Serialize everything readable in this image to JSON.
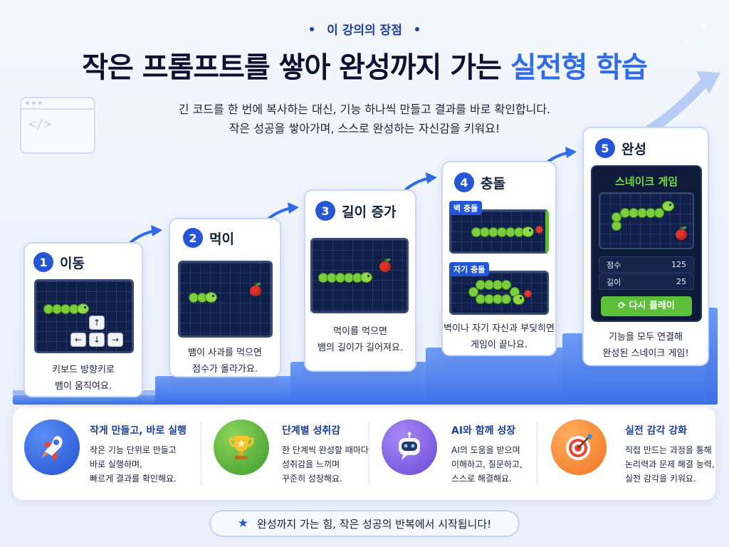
{
  "header": {
    "kicker": "이 강의의 장점",
    "title_main": "작은 프롬프트를 쌓아 완성까지 가는 ",
    "title_accent": "실전형 학습",
    "subtitle_line1": "긴 코드를 한 번에 복사하는 대신, 기능 하나씩 만들고 결과를 바로 확인합니다.",
    "subtitle_line2": "작은 성공을 쌓아가며, 스스로 완성하는 자신감을 키워요!"
  },
  "steps": [
    {
      "num": "1",
      "title": "이동",
      "desc1": "키보드 방향키로",
      "desc2": "뱀이 움직여요.",
      "keys": [
        "↑",
        "←",
        "↓",
        "→"
      ]
    },
    {
      "num": "2",
      "title": "먹이",
      "desc1": "뱀이 사과를 먹으면",
      "desc2": "점수가 올라가요."
    },
    {
      "num": "3",
      "title": "길이 증가",
      "desc1": "먹이를 먹으면",
      "desc2": "뱀의 길이가 길어져요."
    },
    {
      "num": "4",
      "title": "충돌",
      "tag_wall": "벽 충돌",
      "tag_self": "자기 충돌",
      "desc1": "벽이나 자기 자신과 부딪히면",
      "desc2": "게임이 끝나요."
    },
    {
      "num": "5",
      "title": "완성",
      "game_title": "스네이크 게임",
      "score_label": "점수",
      "score_value": "125",
      "length_label": "길이",
      "length_value": "25",
      "replay_label": "다시 플레이",
      "desc1": "기능을 모두 연결해",
      "desc2": "완성된 스네이크 게임!"
    }
  ],
  "benefits": [
    {
      "icon": "rocket-icon",
      "title": "작게 만들고, 바로 실행",
      "line1": "작은 기능 단위로 만들고",
      "line2": "바로 실행하며,",
      "line3": "빠르게 결과를 확인해요."
    },
    {
      "icon": "trophy-icon",
      "title": "단계별 성취감",
      "line1": "한 단계씩 완성할 때마다",
      "line2": "성취감을 느끼며",
      "line3": "꾸준히 성장해요."
    },
    {
      "icon": "robot-icon",
      "title": "AI와 함께 성장",
      "line1": "AI의 도움을 받으며",
      "line2": "이해하고, 질문하고,",
      "line3": "스스로 해결해요."
    },
    {
      "icon": "target-icon",
      "title": "실전 감각 강화",
      "line1": "직접 만드는 과정을 통해",
      "line2": "논리력과 문제 해결 능력,",
      "line3": "실전 감각을 키워요."
    }
  ],
  "footer": {
    "text": "완성까지 가는 힘, 작은 성공의 반복에서 시작됩니다!"
  },
  "colors": {
    "accent": "#2f6bea",
    "navy": "#1d3f9e",
    "snake": "#7ccd3e",
    "board": "#10204a"
  }
}
